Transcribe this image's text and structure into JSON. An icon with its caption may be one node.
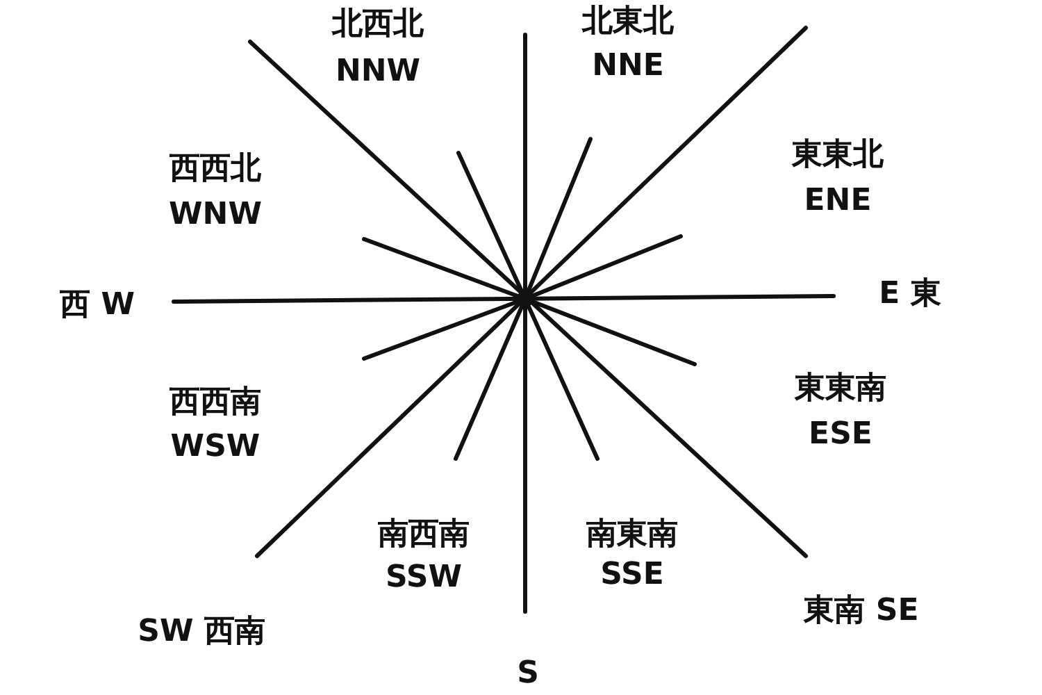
{
  "diagram": {
    "labels": [
      "北西北",
      "北東北",
      "NNW",
      "NNE",
      "西西北",
      "東東北",
      "WNW",
      "ENE",
      "西 W",
      "E 東",
      "西西南",
      "東東南",
      "WSW",
      "ESE",
      "南西南",
      "南東南",
      "SSW",
      "SSE",
      "SW 西南",
      "東南 SE",
      "S"
    ]
  }
}
